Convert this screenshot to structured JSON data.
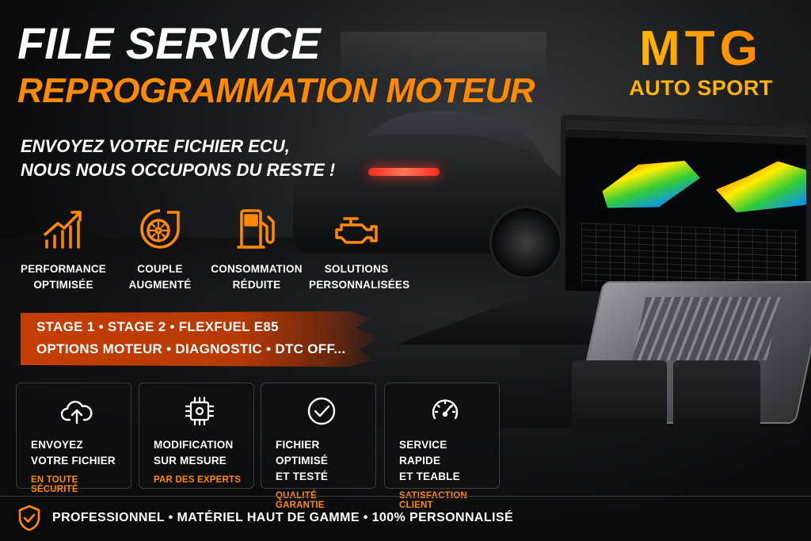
{
  "header": {
    "title": "FILE SERVICE",
    "subtitle": "REPROGRAMMATION MOTEUR",
    "tagline_line1": "ENVOYEZ VOTRE FICHIER ECU,",
    "tagline_line2": "NOUS NOUS OCCUPONS DU RESTE !"
  },
  "logo": {
    "brand": "MTG",
    "sub": "AUTO SPORT"
  },
  "features": [
    {
      "icon": "performance-chart-icon",
      "line1": "PERFORMANCE",
      "line2": "OPTIMISÉE"
    },
    {
      "icon": "turbo-icon",
      "line1": "COUPLE",
      "line2": "AUGMENTÉ"
    },
    {
      "icon": "fuel-pump-icon",
      "line1": "CONSOMMATION",
      "line2": "RÉDUITE"
    },
    {
      "icon": "engine-icon",
      "line1": "SOLUTIONS",
      "line2": "PERSONNALISÉES"
    }
  ],
  "banner": {
    "line1": "STAGE 1 • STAGE 2 • FLEXFUEL E85",
    "line2": "OPTIONS MOTEUR • DIAGNOSTIC • DTC OFF..."
  },
  "cards": [
    {
      "icon": "cloud-upload-icon",
      "line1": "ENVOYEZ",
      "line2": "VOTRE FICHIER",
      "sub": "EN TOUTE SÉCURITÉ"
    },
    {
      "icon": "chip-settings-icon",
      "line1": "MODIFICATION",
      "line2": "SUR MESURE",
      "sub": "PAR DES EXPERTS"
    },
    {
      "icon": "check-circle-icon",
      "line1": "FICHIER OPTIMISÉ",
      "line2": "ET TESTÉ",
      "sub": "QUALITÉ GARANTIE"
    },
    {
      "icon": "speedometer-icon",
      "line1": "SERVICE RAPIDE",
      "line2": "ET TEABLE",
      "sub": "SATISFACTION CLIENT"
    }
  ],
  "footer": {
    "icon": "shield-check-icon",
    "text": "PROFESSIONNEL • MATÉRIEL HAUT DE GAMME • 100% PERSONNALISÉ"
  },
  "colors": {
    "accent_orange": "#ff8a00",
    "logo_yellow": "#ffc400",
    "banner_orange": "#c43f05",
    "background": "#0b0b0c"
  }
}
